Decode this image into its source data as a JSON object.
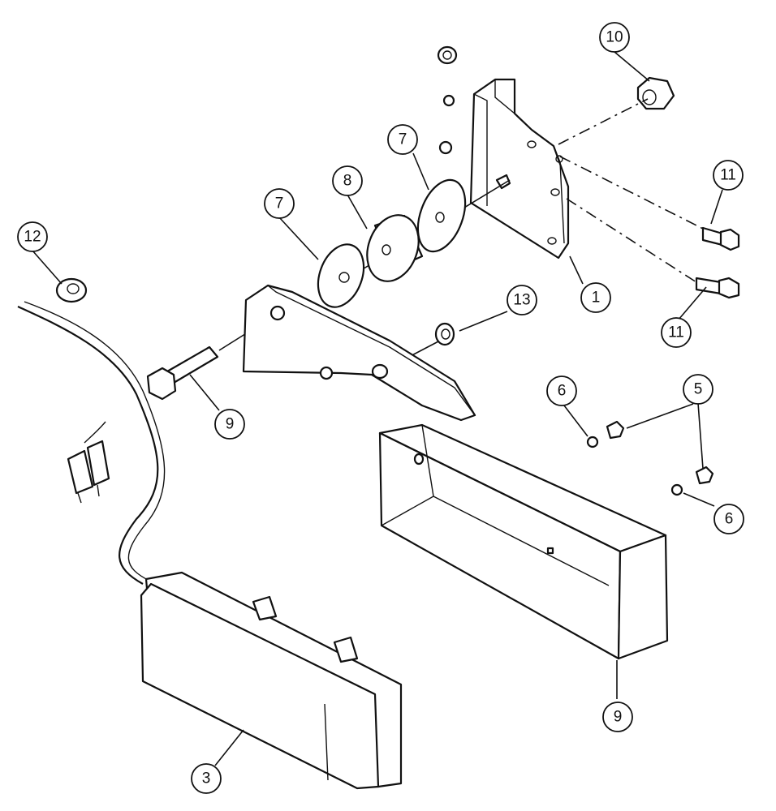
{
  "callouts": [
    {
      "id": "c1",
      "label": "1"
    },
    {
      "id": "c3",
      "label": "3"
    },
    {
      "id": "c5",
      "label": "5"
    },
    {
      "id": "c6a",
      "label": "6"
    },
    {
      "id": "c6b",
      "label": "6"
    },
    {
      "id": "c7a",
      "label": "7"
    },
    {
      "id": "c7b",
      "label": "7"
    },
    {
      "id": "c8",
      "label": "8"
    },
    {
      "id": "c9a",
      "label": "9"
    },
    {
      "id": "c9b",
      "label": "9"
    },
    {
      "id": "c10",
      "label": "10"
    },
    {
      "id": "c11a",
      "label": "11"
    },
    {
      "id": "c11b",
      "label": "11"
    },
    {
      "id": "c12",
      "label": "12"
    },
    {
      "id": "c13",
      "label": "13"
    }
  ]
}
